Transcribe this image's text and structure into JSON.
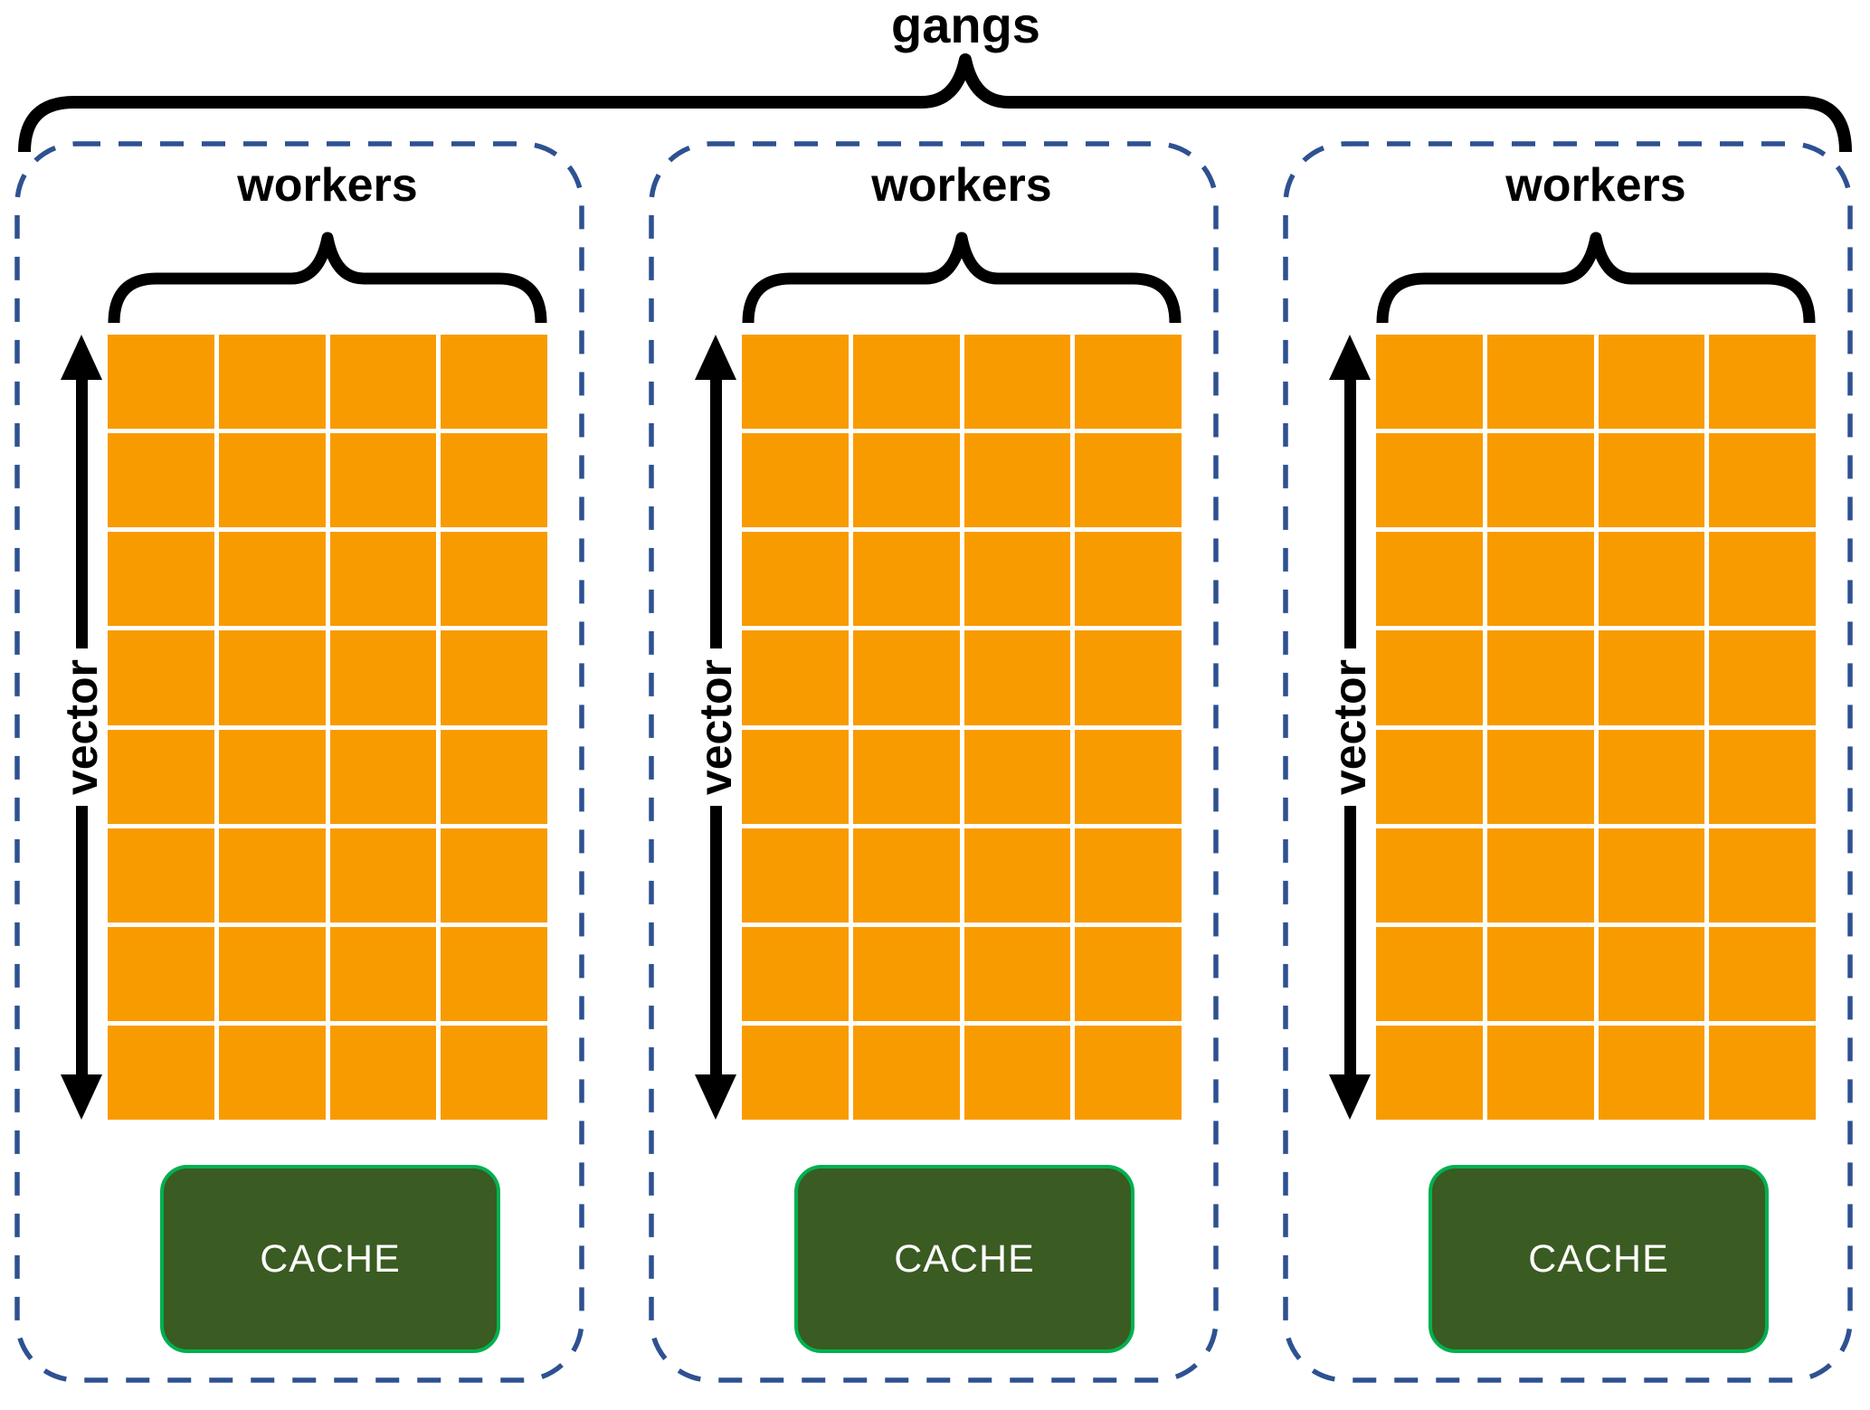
{
  "diagram": {
    "gangs_label": "gangs"
  },
  "panels": [
    {
      "workers_label": "workers",
      "vector_label": "vector",
      "cache_label": "CACHE",
      "grid_rows": 8,
      "grid_columns": 4
    },
    {
      "workers_label": "workers",
      "vector_label": "vector",
      "cache_label": "CACHE",
      "grid_rows": 8,
      "grid_columns": 4
    },
    {
      "workers_label": "workers",
      "vector_label": "vector",
      "cache_label": "CACHE",
      "grid_rows": 8,
      "grid_columns": 4
    }
  ],
  "colors": {
    "cell_orange": "#F89B00",
    "panel_dash_blue": "#2E5191",
    "cache_fill_green": "#3A5B21",
    "cache_border_green": "#00B050",
    "ink_black": "#000000"
  }
}
